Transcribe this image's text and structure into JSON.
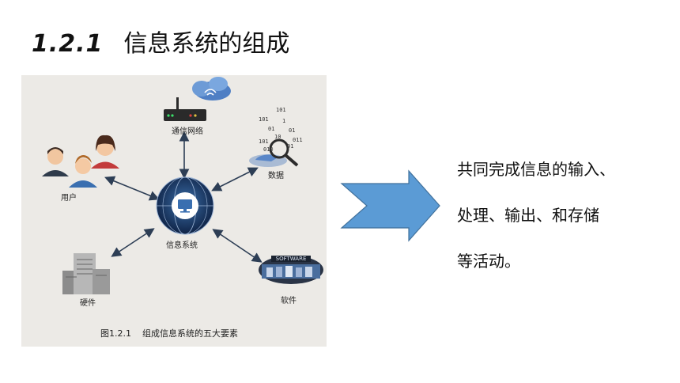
{
  "title": {
    "number": "1.2.1",
    "text": "信息系统的组成"
  },
  "figure": {
    "labels": {
      "network": "通信网络",
      "data": "数据",
      "users": "用户",
      "system": "信息系统",
      "hardware": "硬件",
      "software": "软件"
    },
    "binary_digits": [
      "101",
      "101",
      "01",
      "1",
      "01",
      "10",
      "011",
      "101",
      "010",
      "01"
    ],
    "software_banner": "SOFTWARE",
    "caption": {
      "number": "图1.2.1",
      "text": "组成信息系统的五大要素"
    }
  },
  "body_text": {
    "lines": [
      "共同完成信息的输入、",
      "处理、输出、和存储",
      "等活动。"
    ]
  },
  "colors": {
    "arrow_fill": "#5b9bd5",
    "arrow_stroke": "#41719c",
    "figure_bg": "#eceae6",
    "hub": "#1f3a6b"
  }
}
